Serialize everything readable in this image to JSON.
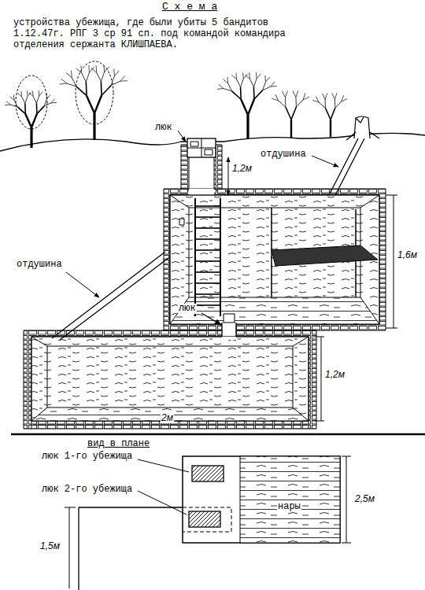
{
  "diagram": {
    "title": "С х е м а",
    "caption": "устройства убежища, где были убиты 5 бандитов 1.12.47г. РПГ 3 ср 91 сп. под командой командира отделения сержанта КЛИШПАЕВА.",
    "labels": [
      "люк",
      "отдушина",
      "1,2м",
      "1,6м",
      "отдушина",
      "люк",
      "1,2м",
      "2м",
      "вид в плане",
      "люк 1-го убежища",
      "люк 2-го убежища",
      "нары",
      "2,5м",
      "1,5м"
    ]
  }
}
